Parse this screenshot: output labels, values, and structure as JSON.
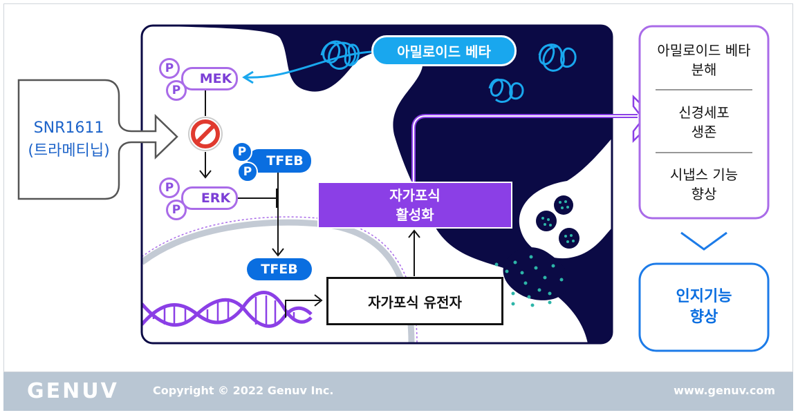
{
  "drug": {
    "line1": "SNR1611",
    "line2": "(트라메티닙)"
  },
  "amyloid_label": "아밀로이드 베타",
  "phospho": "P",
  "mek": "MEK",
  "erk": "ERK",
  "tfeb_top": "TFEB",
  "tfeb_bottom": "TFEB",
  "autophagy_activation": {
    "line1": "자가포식",
    "line2": "활성화"
  },
  "autophagy_gene": "자가포식 유전자",
  "outcomes": [
    {
      "line1": "아밀로이드 베타",
      "line2": "분해"
    },
    {
      "line1": "신경세포",
      "line2": "생존"
    },
    {
      "line1": "시냅스 기능",
      "line2": "향상"
    }
  ],
  "cognition": {
    "line1": "인지기능",
    "line2": "향상"
  },
  "footer": {
    "logo": "GENUV",
    "copyright": "Copyright © 2022 Genuv Inc.",
    "url": "www.genuv.com"
  },
  "colors": {
    "navy": "#0b0a45",
    "blue": "#0a6ee0",
    "purple": "#8b3fe6",
    "light_purple": "#a96be8",
    "teal": "#2db5a8",
    "cyan": "#19a7ee"
  }
}
